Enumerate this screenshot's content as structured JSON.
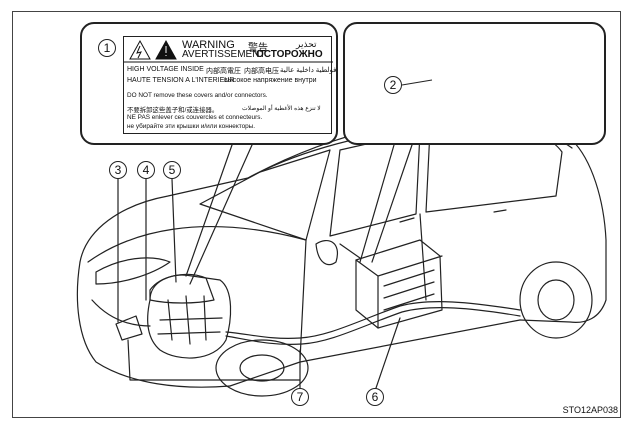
{
  "label": {
    "warning": "WARNING",
    "warning_zh": "警告",
    "warning_ar": "تحذير",
    "avertissement": "AVERTISSEMENT",
    "ostorozhno": "ОСТОРОЖНО",
    "line_hv_en": "HIGH VOLTAGE INSIDE",
    "line_hv_zh1": "内部高電圧",
    "line_hv_zh2": "内部高电压",
    "line_hv_ar": "فولطية داخلية عالية",
    "line_hv_fr": "HAUTE TENSION A L'INTERIEUR",
    "line_hv_ru": "высокое напряжение внутри",
    "line_remove_en": "DO NOT remove these covers and/or connectors.",
    "line_remove_zh": "不要拆卸这些盖子和/或连接器。",
    "line_remove_ar": "لا تنزع هذه الأغطية أو الموصلات",
    "line_remove_fr": "NE PAS enlever ces couvercles et connecteurs.",
    "line_remove_ru": "не убирайте эти крышки и/или коннекторы."
  },
  "callouts": {
    "c1": "1",
    "c2": "2",
    "c3": "3",
    "c4": "4",
    "c5": "5",
    "c6": "6",
    "c7": "7"
  },
  "figure_code": "STO12AP038"
}
